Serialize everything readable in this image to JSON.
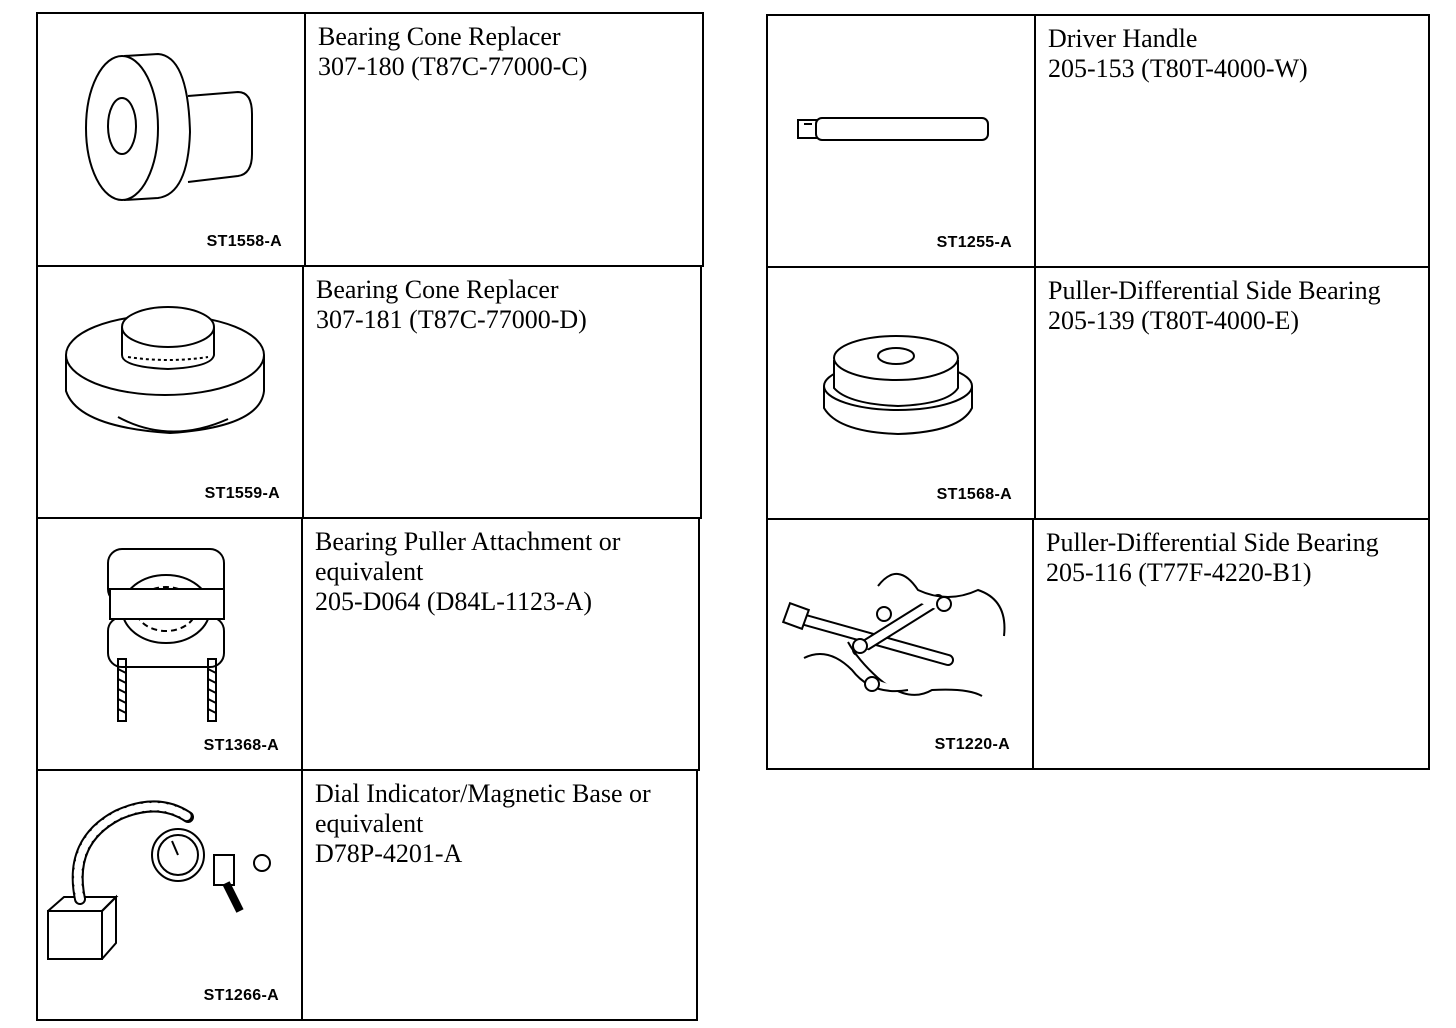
{
  "left_table": [
    {
      "figure_code": "ST1558-A",
      "icon": "bearing-cone-replacer-icon",
      "lines": [
        "Bearing Cone Replacer",
        "307-180 (T87C-77000-C)"
      ]
    },
    {
      "figure_code": "ST1559-A",
      "icon": "bearing-cone-replacer-ring-icon",
      "lines": [
        "Bearing Cone Replacer",
        "307-181 (T87C-77000-D)"
      ]
    },
    {
      "figure_code": "ST1368-A",
      "icon": "bearing-puller-attachment-icon",
      "lines": [
        "Bearing Puller Attachment or",
        "equivalent",
        "205-D064 (D84L-1123-A)"
      ]
    },
    {
      "figure_code": "ST1266-A",
      "icon": "dial-indicator-icon",
      "lines": [
        "Dial Indicator/Magnetic Base or",
        "equivalent",
        "D78P-4201-A"
      ]
    }
  ],
  "right_table": [
    {
      "figure_code": "ST1255-A",
      "icon": "driver-handle-icon",
      "lines": [
        "Driver Handle",
        "205-153 (T80T-4000-W)"
      ]
    },
    {
      "figure_code": "ST1568-A",
      "icon": "side-bearing-puller-adapter-icon",
      "lines": [
        "Puller-Differential Side Bearing",
        "205-139 (T80T-4000-E)"
      ]
    },
    {
      "figure_code": "ST1220-A",
      "icon": "side-bearing-puller-icon",
      "lines": [
        "Puller-Differential Side Bearing",
        "205-116 (T77F-4220-B1)"
      ]
    }
  ]
}
